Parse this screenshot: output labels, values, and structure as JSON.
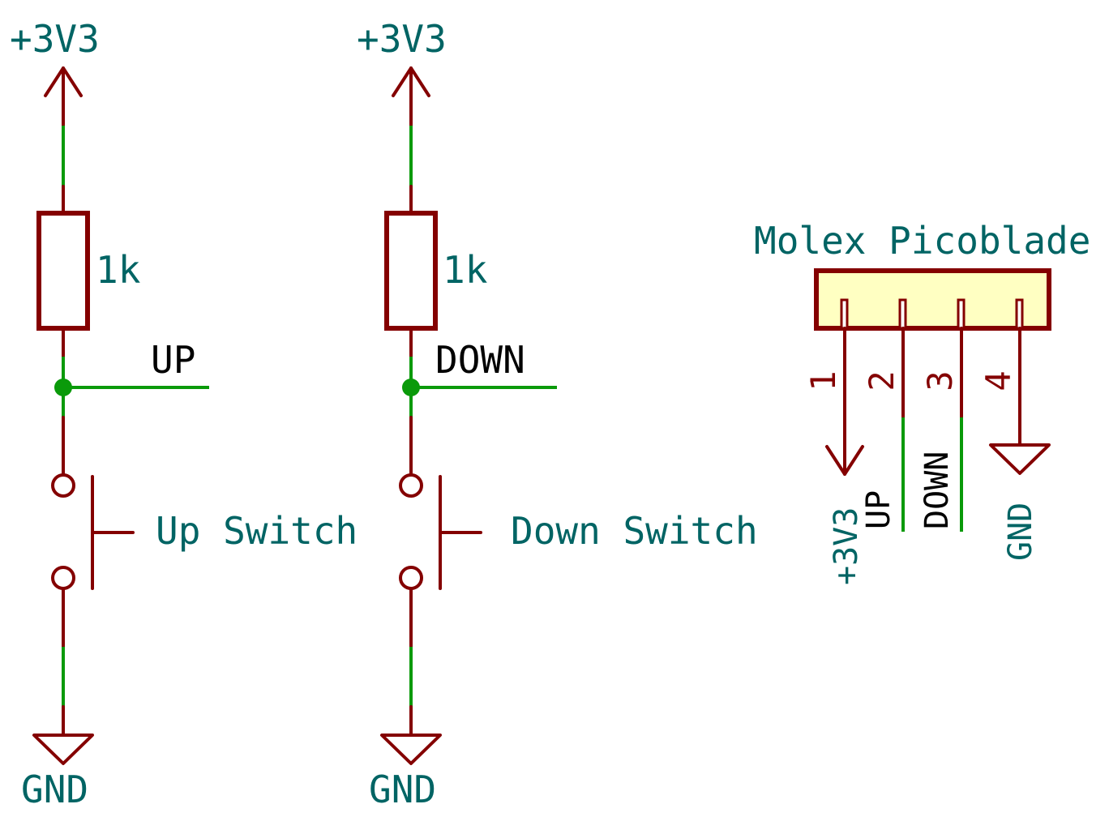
{
  "colors": {
    "wire": "#0a9a0a",
    "symbol": "#840000",
    "text_teal": "#006464",
    "text_black": "#000000",
    "connector_fill": "#ffffc2"
  },
  "up_circuit": {
    "power_top": "+3V3",
    "resistor_value": "1k",
    "net_label": "UP",
    "switch_name": "Up Switch",
    "power_bottom": "GND"
  },
  "down_circuit": {
    "power_top": "+3V3",
    "resistor_value": "1k",
    "net_label": "DOWN",
    "switch_name": "Down Switch",
    "power_bottom": "GND"
  },
  "connector": {
    "name": "Molex Picoblade",
    "pins": [
      {
        "number": "1",
        "net": "+3V3"
      },
      {
        "number": "2",
        "net": "UP"
      },
      {
        "number": "3",
        "net": "DOWN"
      },
      {
        "number": "4",
        "net": "GND"
      }
    ]
  }
}
